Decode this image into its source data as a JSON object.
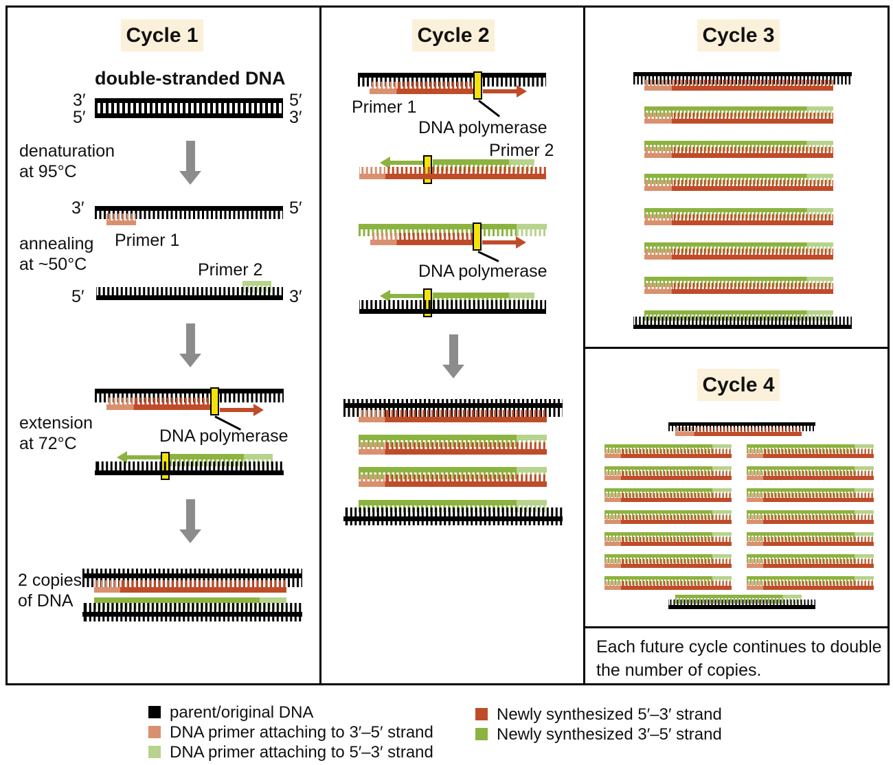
{
  "colors": {
    "parent": "#000000",
    "primer1_salmon": "#d9906f",
    "primer2_lightgreen": "#b7d38d",
    "new_strand_red": "#bf4c29",
    "new_strand_green": "#8cb340",
    "header_bg": "#fbf0d9",
    "arrow_gray": "#8c8c8c",
    "polymerase_yellow": "#f4e30b"
  },
  "cycles": {
    "c1": {
      "title": "Cycle 1",
      "dsdna_label": "double-stranded DNA",
      "denaturation_line1": "denaturation",
      "denaturation_line2": "at 95°C",
      "annealing_line1": "annealing",
      "annealing_line2": "at ~50°C",
      "extension_line1": "extension",
      "extension_line2": "at 72°C",
      "primer1_label": "Primer 1",
      "primer2_label": "Primer 2",
      "dna_polymerase_label": "DNA polymerase",
      "result_line1": "2 copies",
      "result_line2": "of DNA",
      "ends": {
        "ds_tl": "3′",
        "ds_bl": "5′",
        "ds_tr": "5′",
        "ds_br": "3′",
        "s1_l": "3′",
        "s1_r": "5′",
        "s2_l": "5′",
        "s2_r": "3′"
      }
    },
    "c2": {
      "title": "Cycle 2",
      "primer1_label": "Primer 1",
      "primer2_label": "Primer 2",
      "dna_polymerase_label_top": "DNA polymerase",
      "dna_polymerase_label_mid": "DNA polymerase"
    },
    "c3": {
      "title": "Cycle 3",
      "dna_copies_shown": 8
    },
    "c4": {
      "title": "Cycle 4",
      "dna_copies_shown": 16,
      "caption_line1": "Each future cycle continues to double",
      "caption_line2": "the number of copies."
    }
  },
  "legend": {
    "left": [
      {
        "swatch": "parent",
        "label": "parent/original DNA"
      },
      {
        "swatch": "primer1_salmon",
        "label": "DNA primer attaching to 3′–5′ strand"
      },
      {
        "swatch": "primer2_lightgreen",
        "label": "DNA primer attaching to 5′–3′ strand"
      }
    ],
    "right": [
      {
        "swatch": "new_strand_red",
        "label": "Newly synthesized 5′–3′ strand"
      },
      {
        "swatch": "new_strand_green",
        "label": "Newly synthesized 3′–5′ strand"
      }
    ]
  }
}
